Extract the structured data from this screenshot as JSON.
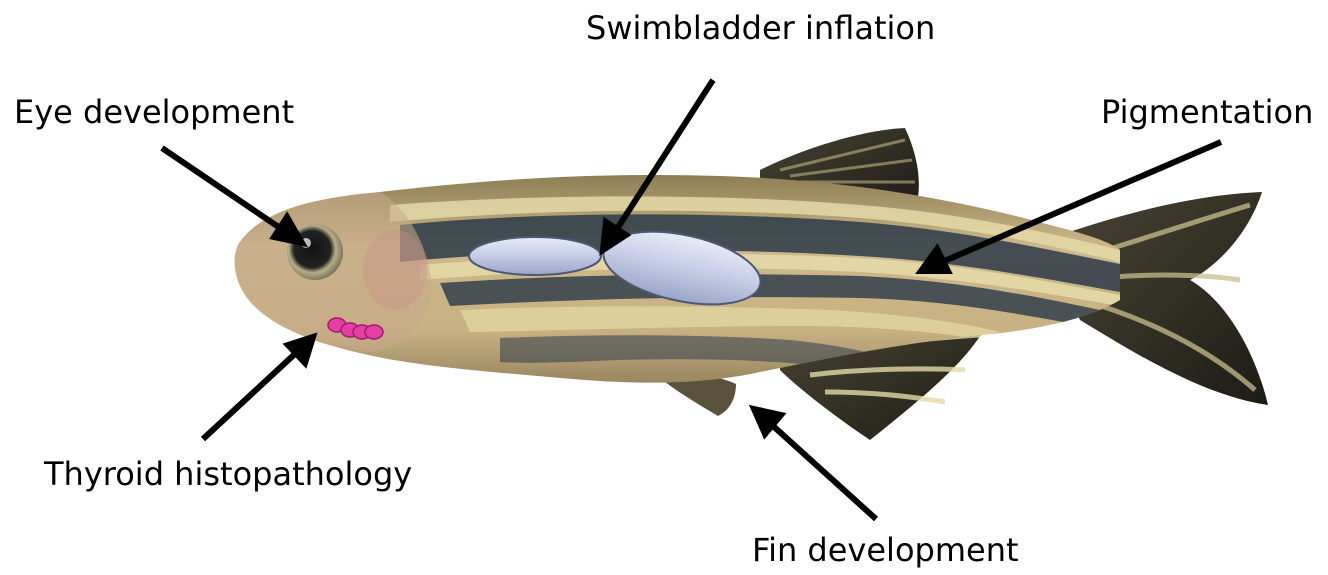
{
  "labels": {
    "swimbladder": "Swimbladder inflation",
    "eye": "Eye development",
    "pigmentation": "Pigmentation",
    "thyroid": "Thyroid histopathology",
    "fin": "Fin development"
  },
  "colors": {
    "background": "#ffffff",
    "body_light": "#cdb98b",
    "body_dark": "#7a6a45",
    "stripe_dark": "#2c3a48",
    "stripe_light": "#e4d9a8",
    "fin_dark": "#2a2a22",
    "swimbladder_fill": "#c5cce6",
    "swimbladder_edge": "#4c5872",
    "thyroid_pink": "#e63fa4",
    "arrow": "#000000"
  },
  "icons": [
    "zebrafish-illustration",
    "swimbladder-shape",
    "thyroid-follicles",
    "arrow"
  ]
}
